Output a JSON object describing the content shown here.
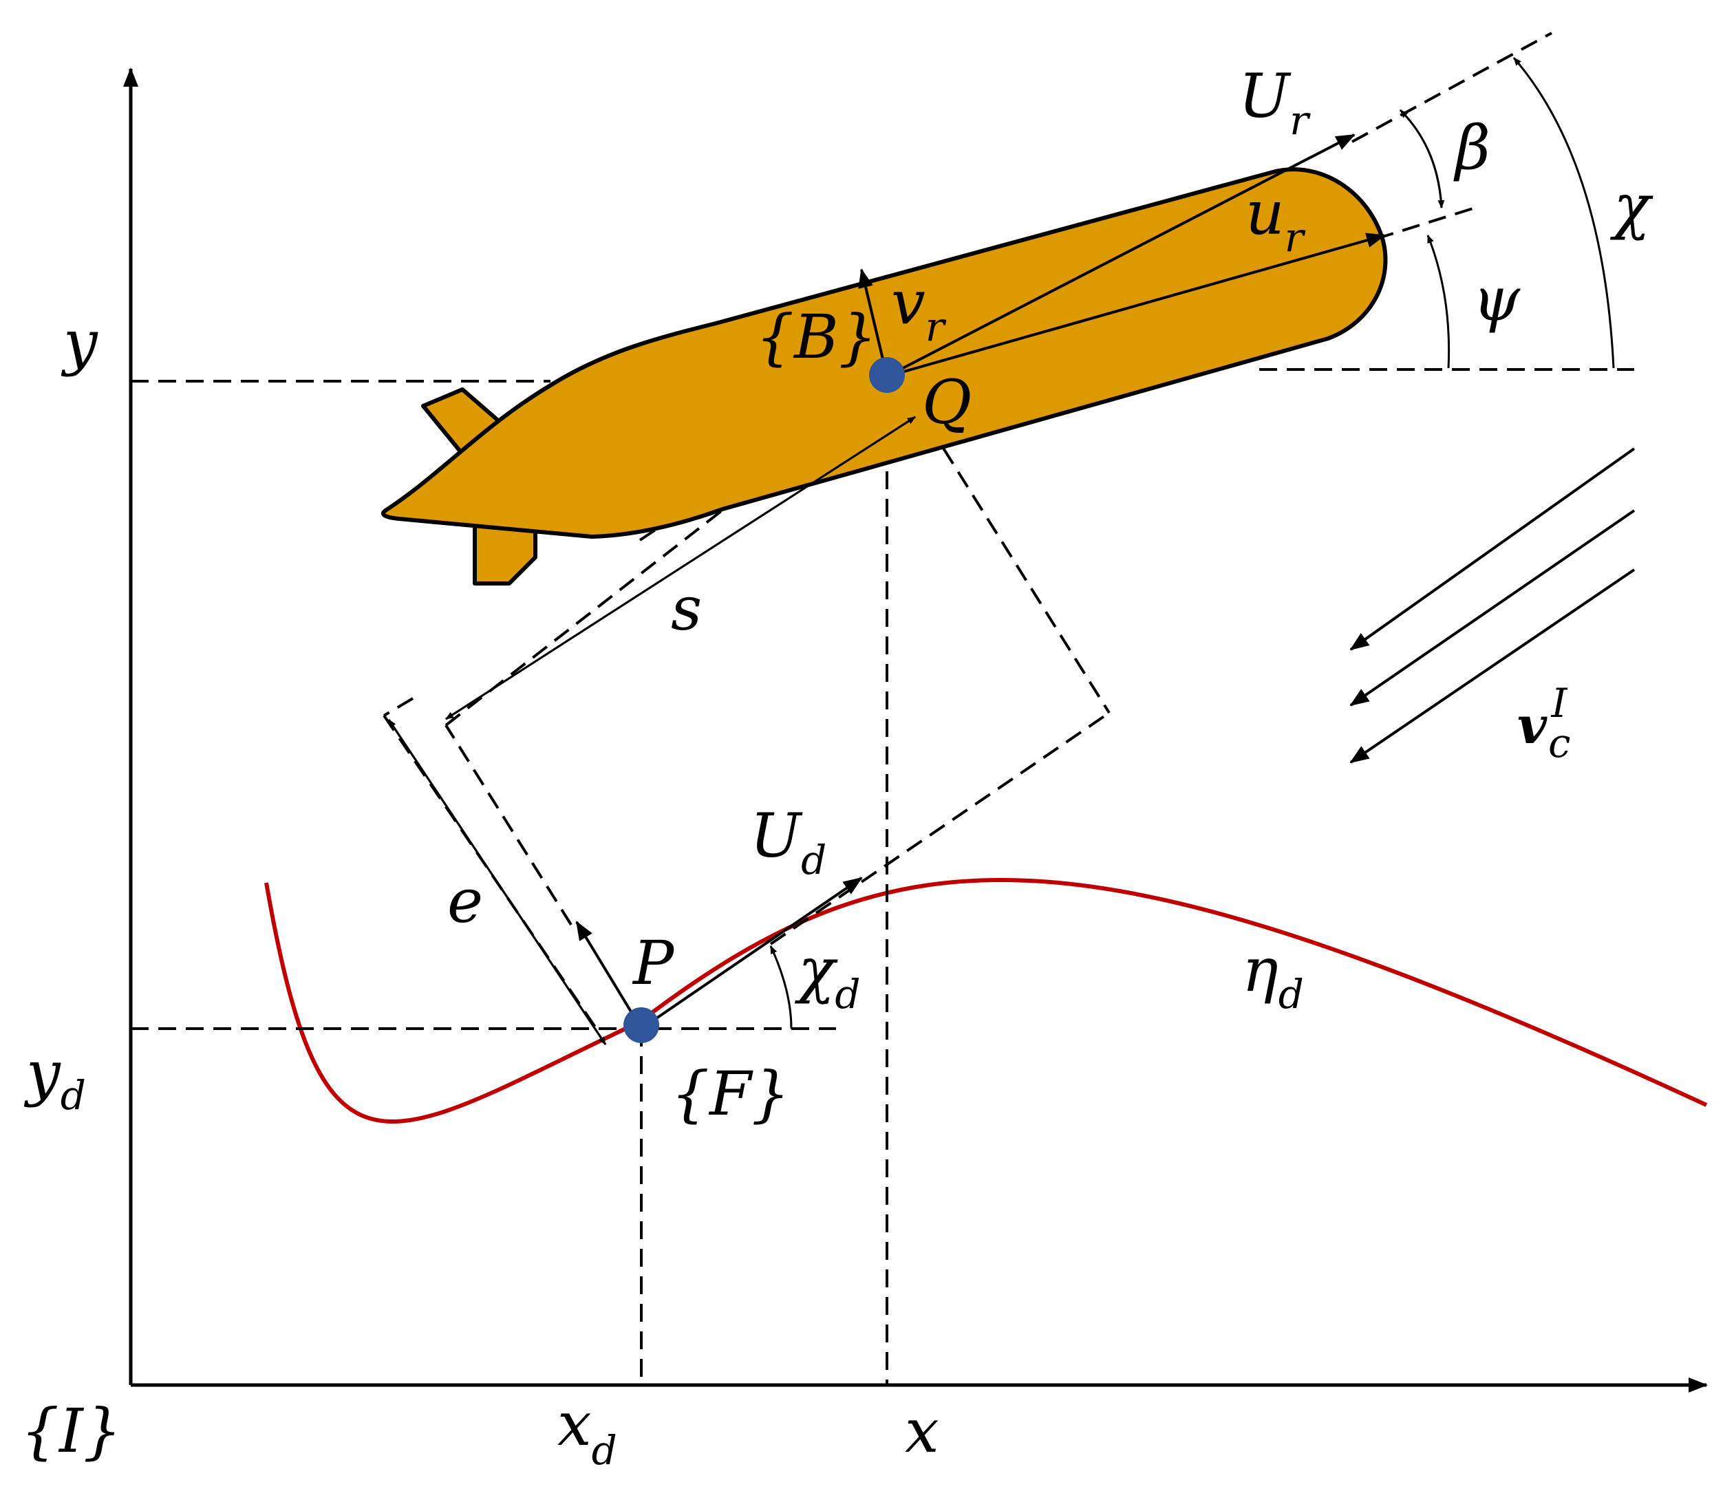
{
  "colors": {
    "vehicle_fill": "#DC9A00",
    "path_curve": "#C00000",
    "points": "#2F559B",
    "lines": "#000000"
  },
  "labels": {
    "axis_y": "y",
    "axis_x": "x",
    "y_d": {
      "main": "y",
      "sub": "d"
    },
    "x_d": {
      "main": "x",
      "sub": "d"
    },
    "frame_I": "{I}",
    "frame_B": "{B}",
    "frame_F": "{F}",
    "point_Q": "Q",
    "point_P": "P",
    "U_r": {
      "main": "U",
      "sub": "r"
    },
    "u_r": {
      "main": "u",
      "sub": "r"
    },
    "v_r": {
      "main": "v",
      "sub": "r"
    },
    "beta": "β",
    "chi": "χ",
    "psi": "ψ",
    "s": "s",
    "e": "e",
    "U_d": {
      "main": "U",
      "sub": "d"
    },
    "chi_d": {
      "main": "χ",
      "sub": "d"
    },
    "eta_d": {
      "main": "η",
      "sub": "d"
    },
    "v_c": {
      "main": "v",
      "sub": "c",
      "sup": "I"
    }
  },
  "icons": [
    "vehicle-icon",
    "current-arrows-icon"
  ]
}
